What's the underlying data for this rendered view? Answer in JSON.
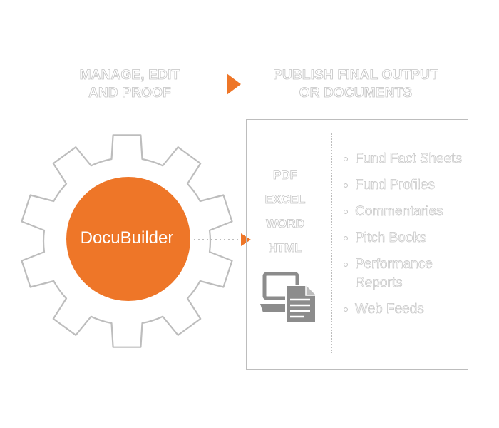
{
  "headings": {
    "left": [
      "MANAGE, EDIT",
      "AND PROOF"
    ],
    "right": [
      "PUBLISH FINAL OUTPUT",
      "OR DOCUMENTS"
    ]
  },
  "hub": {
    "label": "DocuBuilder"
  },
  "formats": [
    "PDF",
    "EXCEL",
    "WORD",
    "HTML"
  ],
  "documents": [
    "Fund Fact Sheets",
    "Fund Profiles",
    "Commentaries",
    "Pitch Books",
    "Performance Reports",
    "Web Feeds"
  ],
  "colors": {
    "accent": "#ee7628",
    "outline": "#bdbdbd",
    "icon": "#8c8c8c"
  },
  "icons": {
    "flow_arrow": "triangle-right-icon",
    "device": "laptop-document-icon"
  }
}
